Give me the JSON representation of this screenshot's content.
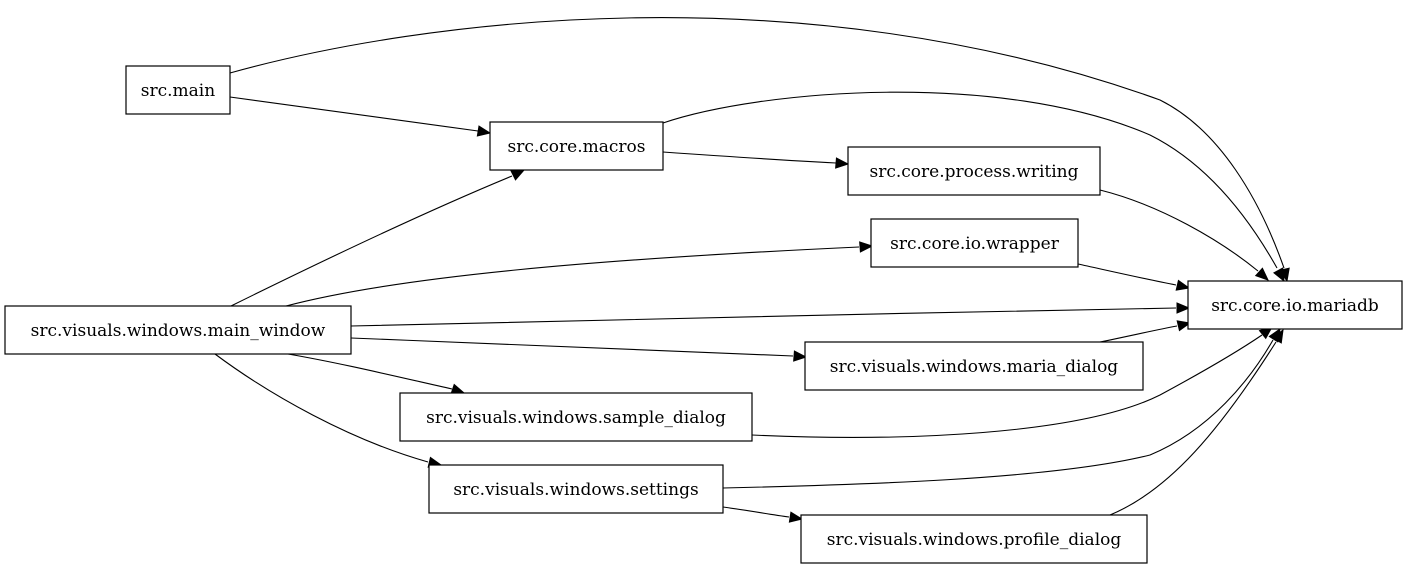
{
  "diagram": {
    "nodes": [
      {
        "id": "main",
        "label": "src.main"
      },
      {
        "id": "macros",
        "label": "src.core.macros"
      },
      {
        "id": "writing",
        "label": "src.core.process.writing"
      },
      {
        "id": "wrapper",
        "label": "src.core.io.wrapper"
      },
      {
        "id": "mariadb",
        "label": "src.core.io.mariadb"
      },
      {
        "id": "main_window",
        "label": "src.visuals.windows.main_window"
      },
      {
        "id": "maria_dialog",
        "label": "src.visuals.windows.maria_dialog"
      },
      {
        "id": "sample_dialog",
        "label": "src.visuals.windows.sample_dialog"
      },
      {
        "id": "settings",
        "label": "src.visuals.windows.settings"
      },
      {
        "id": "profile_dialog",
        "label": "src.visuals.windows.profile_dialog"
      }
    ],
    "edges": [
      {
        "from": "main",
        "to": "mariadb"
      },
      {
        "from": "main",
        "to": "macros"
      },
      {
        "from": "macros",
        "to": "mariadb"
      },
      {
        "from": "macros",
        "to": "writing"
      },
      {
        "from": "writing",
        "to": "mariadb"
      },
      {
        "from": "wrapper",
        "to": "mariadb"
      },
      {
        "from": "main_window",
        "to": "macros"
      },
      {
        "from": "main_window",
        "to": "wrapper"
      },
      {
        "from": "main_window",
        "to": "mariadb"
      },
      {
        "from": "main_window",
        "to": "maria_dialog"
      },
      {
        "from": "main_window",
        "to": "sample_dialog"
      },
      {
        "from": "main_window",
        "to": "settings"
      },
      {
        "from": "maria_dialog",
        "to": "mariadb"
      },
      {
        "from": "sample_dialog",
        "to": "mariadb"
      },
      {
        "from": "settings",
        "to": "mariadb"
      },
      {
        "from": "settings",
        "to": "profile_dialog"
      },
      {
        "from": "profile_dialog",
        "to": "mariadb"
      }
    ]
  }
}
